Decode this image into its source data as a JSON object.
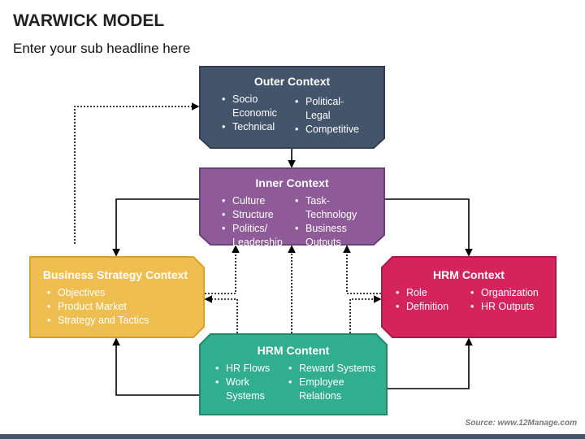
{
  "header": {
    "title": "WARWICK MODEL",
    "subtitle": "Enter your sub headline here"
  },
  "colors": {
    "outer": "#44546a",
    "inner": "#8e5a97",
    "business": "#efbe50",
    "hrm_context": "#d4245b",
    "hrm_content": "#31ae8f",
    "footer": "#44546a"
  },
  "boxes": {
    "outer": {
      "title": "Outer Context",
      "col1": [
        "Socio Economic",
        "Technical"
      ],
      "col2": [
        "Political-Legal",
        "Competitive"
      ]
    },
    "inner": {
      "title": "Inner Context",
      "col1": [
        "Culture",
        "Structure",
        "Politics/ Leadership"
      ],
      "col2": [
        "Task-Technology",
        "Business Outputs"
      ]
    },
    "business": {
      "title": "Business Strategy Context",
      "col1": [
        "Objectives",
        "Product Market",
        "Strategy and Tactics"
      ]
    },
    "hrm_context": {
      "title": "HRM Context",
      "col1": [
        "Role",
        "Definition"
      ],
      "col2": [
        "Organization",
        "HR Outputs"
      ]
    },
    "hrm_content": {
      "title": "HRM Content",
      "col1": [
        "HR Flows",
        "Work Systems"
      ],
      "col2": [
        "Reward Systems",
        "Employee Relations"
      ]
    }
  },
  "footer": {
    "source": "Source: www.12Manage.com"
  }
}
